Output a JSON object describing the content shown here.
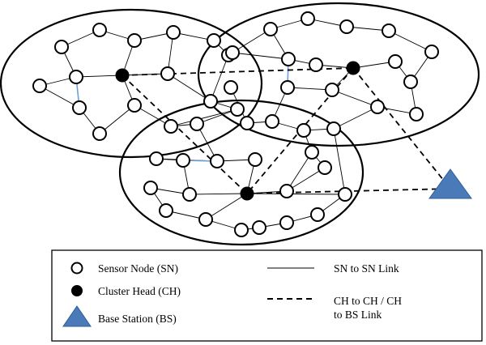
{
  "legend": {
    "sensor_node": "Sensor Node (SN)",
    "cluster_head": "Cluster Head (CH)",
    "base_station": "Base Station (BS)",
    "sn_link": "SN to SN Link",
    "ch_link_line1": "CH to CH  / CH",
    "ch_link_line2": "to BS Link"
  },
  "colors": {
    "base_station": "#4a7ab8",
    "highlight_link": "#6f9fd8",
    "node_fill": "#ffffff",
    "cluster_head_fill": "#000000"
  },
  "network": {
    "clusters": 3,
    "cluster_heads": 3,
    "base_stations": 1
  }
}
